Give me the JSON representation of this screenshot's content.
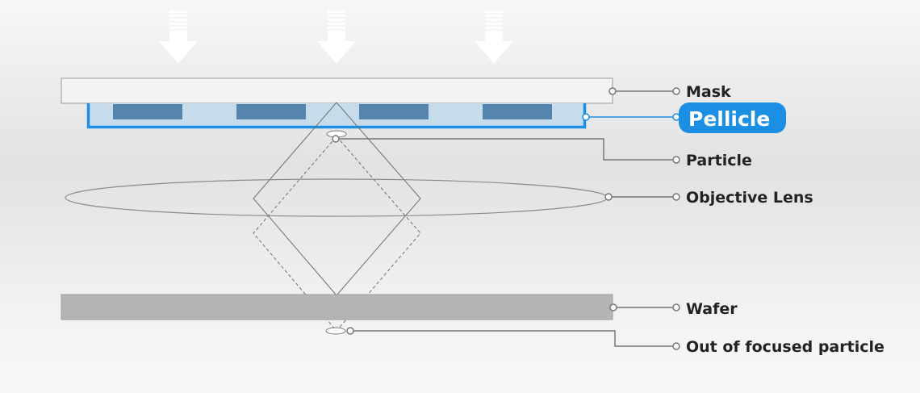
{
  "labels": {
    "mask": "Mask",
    "pellicle": "Pellicle",
    "particle": "Particle",
    "objective_lens": "Objective Lens",
    "wafer": "Wafer",
    "out_of_focus": "Out of focused particle"
  },
  "colors": {
    "pellicle_accent": "#1a8fe3",
    "pellicle_fill": "#c7dcea",
    "mask_pattern": "#5585ae",
    "mask_fill": "#f3f3f3",
    "wafer_fill": "#b4b4b4",
    "leader_line": "#777777"
  },
  "icons": [
    "light-arrow-icon",
    "light-arrow-icon",
    "light-arrow-icon"
  ]
}
